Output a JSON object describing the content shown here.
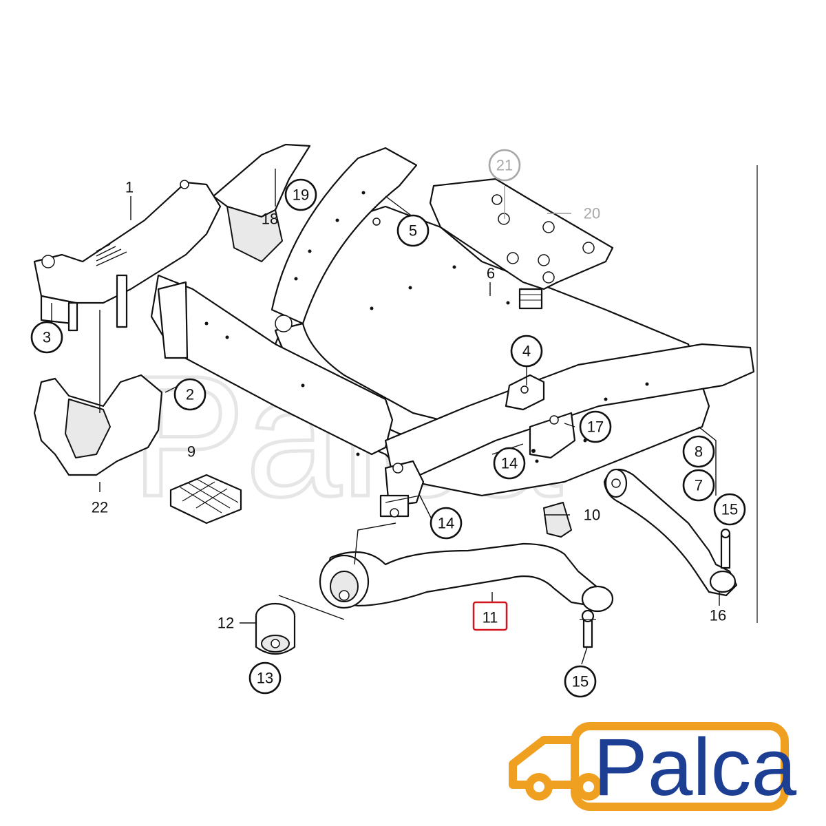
{
  "diagram": {
    "highlight_color": "#d4141c",
    "callouts": {
      "p1": "1",
      "p2": "2",
      "p3": "3",
      "p4": "4",
      "p5": "5",
      "p6": "6",
      "p7": "7",
      "p8": "8",
      "p9": "9",
      "p10": "10",
      "p11": "11",
      "p12": "12",
      "p13": "13",
      "p14a": "14",
      "p14b": "14",
      "p15a": "15",
      "p15b": "15",
      "p16": "16",
      "p17": "17",
      "p18": "18",
      "p19": "19",
      "p20": "20",
      "p21": "21",
      "p22": "22"
    }
  },
  "logo": {
    "text": "Palca",
    "text_color": "#1c3f94",
    "accent_color": "#f0a020",
    "icon": "truck-icon"
  }
}
